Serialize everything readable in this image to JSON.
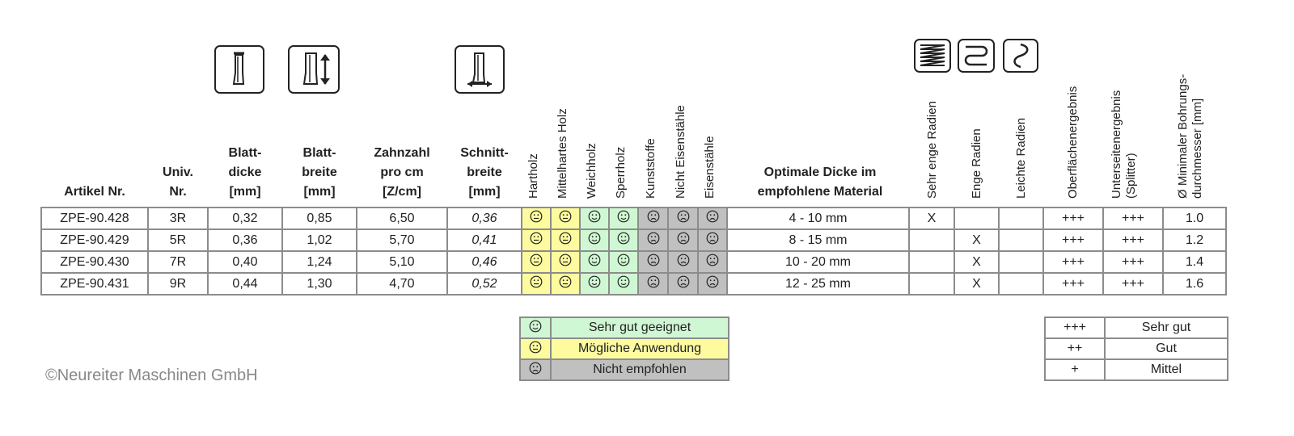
{
  "headers": {
    "artikel": [
      "Artikel Nr."
    ],
    "univ": [
      "Univ.",
      "Nr."
    ],
    "blattdicke": [
      "Blatt-",
      "dicke",
      "[mm]"
    ],
    "blattbreite": [
      "Blatt-",
      "breite",
      "[mm]"
    ],
    "zahnzahl": [
      "Zahnzahl",
      "pro cm",
      "[Z/cm]"
    ],
    "schnittbreite": [
      "Schnitt-",
      "breite",
      "[mm]"
    ],
    "optimale": [
      "Optimale Dicke im",
      "empfohlene Material"
    ]
  },
  "vertical_headers": {
    "materials": [
      "Hartholz",
      "Mittelhartes Holz",
      "Weichholz",
      "Sperrholz",
      "Kunststoffe",
      "Nicht Eisenstähle",
      "Eisenstähle"
    ],
    "radii": [
      "Sehr enge Radien",
      "Enge Radien",
      "Leichte Radien"
    ],
    "results": [
      [
        "Oberflächenergebnis"
      ],
      [
        "Unterseitenergebnis",
        "(Splitter)"
      ],
      [
        "Ø Minimaler Bohrungs-",
        "durchmesser [mm]"
      ]
    ]
  },
  "icons": [
    "blade-thickness-icon",
    "blade-width-icon",
    "kerf-width-icon",
    "very-tight-radius-icon",
    "tight-radius-icon",
    "light-radius-icon"
  ],
  "material_ratings": [
    "mittel",
    "mittel",
    "gut",
    "gut",
    "nicht",
    "nicht",
    "nicht"
  ],
  "rows": [
    {
      "artikel": "ZPE-90.428",
      "univ": "3R",
      "dicke": "0,32",
      "breite": "0,85",
      "zahnzahl": "6,50",
      "schnitt": "0,36",
      "optimal": "4 - 10 mm",
      "sehr_eng": "X",
      "eng": "",
      "leicht": "",
      "oberflaeche": "+++",
      "unterseite": "+++",
      "bohrung": "1.0"
    },
    {
      "artikel": "ZPE-90.429",
      "univ": "5R",
      "dicke": "0,36",
      "breite": "1,02",
      "zahnzahl": "5,70",
      "schnitt": "0,41",
      "optimal": "8 - 15 mm",
      "sehr_eng": "",
      "eng": "X",
      "leicht": "",
      "oberflaeche": "+++",
      "unterseite": "+++",
      "bohrung": "1.2"
    },
    {
      "artikel": "ZPE-90.430",
      "univ": "7R",
      "dicke": "0,40",
      "breite": "1,24",
      "zahnzahl": "5,10",
      "schnitt": "0,46",
      "optimal": "10 - 20 mm",
      "sehr_eng": "",
      "eng": "X",
      "leicht": "",
      "oberflaeche": "+++",
      "unterseite": "+++",
      "bohrung": "1.4"
    },
    {
      "artikel": "ZPE-90.431",
      "univ": "9R",
      "dicke": "0,44",
      "breite": "1,30",
      "zahnzahl": "4,70",
      "schnitt": "0,52",
      "optimal": "12 - 25 mm",
      "sehr_eng": "",
      "eng": "X",
      "leicht": "",
      "oberflaeche": "+++",
      "unterseite": "+++",
      "bohrung": "1.6"
    }
  ],
  "legend_suitability": [
    {
      "face": "smile",
      "label": "Sehr gut geeignet"
    },
    {
      "face": "neutral",
      "label": "Mögliche Anwendung"
    },
    {
      "face": "frown",
      "label": "Nicht empfohlen"
    }
  ],
  "legend_quality": [
    {
      "symbol": "+++",
      "label": "Sehr gut"
    },
    {
      "symbol": "++",
      "label": "Gut"
    },
    {
      "symbol": "+",
      "label": "Mittel"
    }
  ],
  "copyright": "©Neureiter Maschinen GmbH",
  "colors": {
    "gut": "#cff7d3",
    "mittel": "#fdfb9e",
    "nicht": "#c0c0c0",
    "border": "#8c8c8c"
  }
}
